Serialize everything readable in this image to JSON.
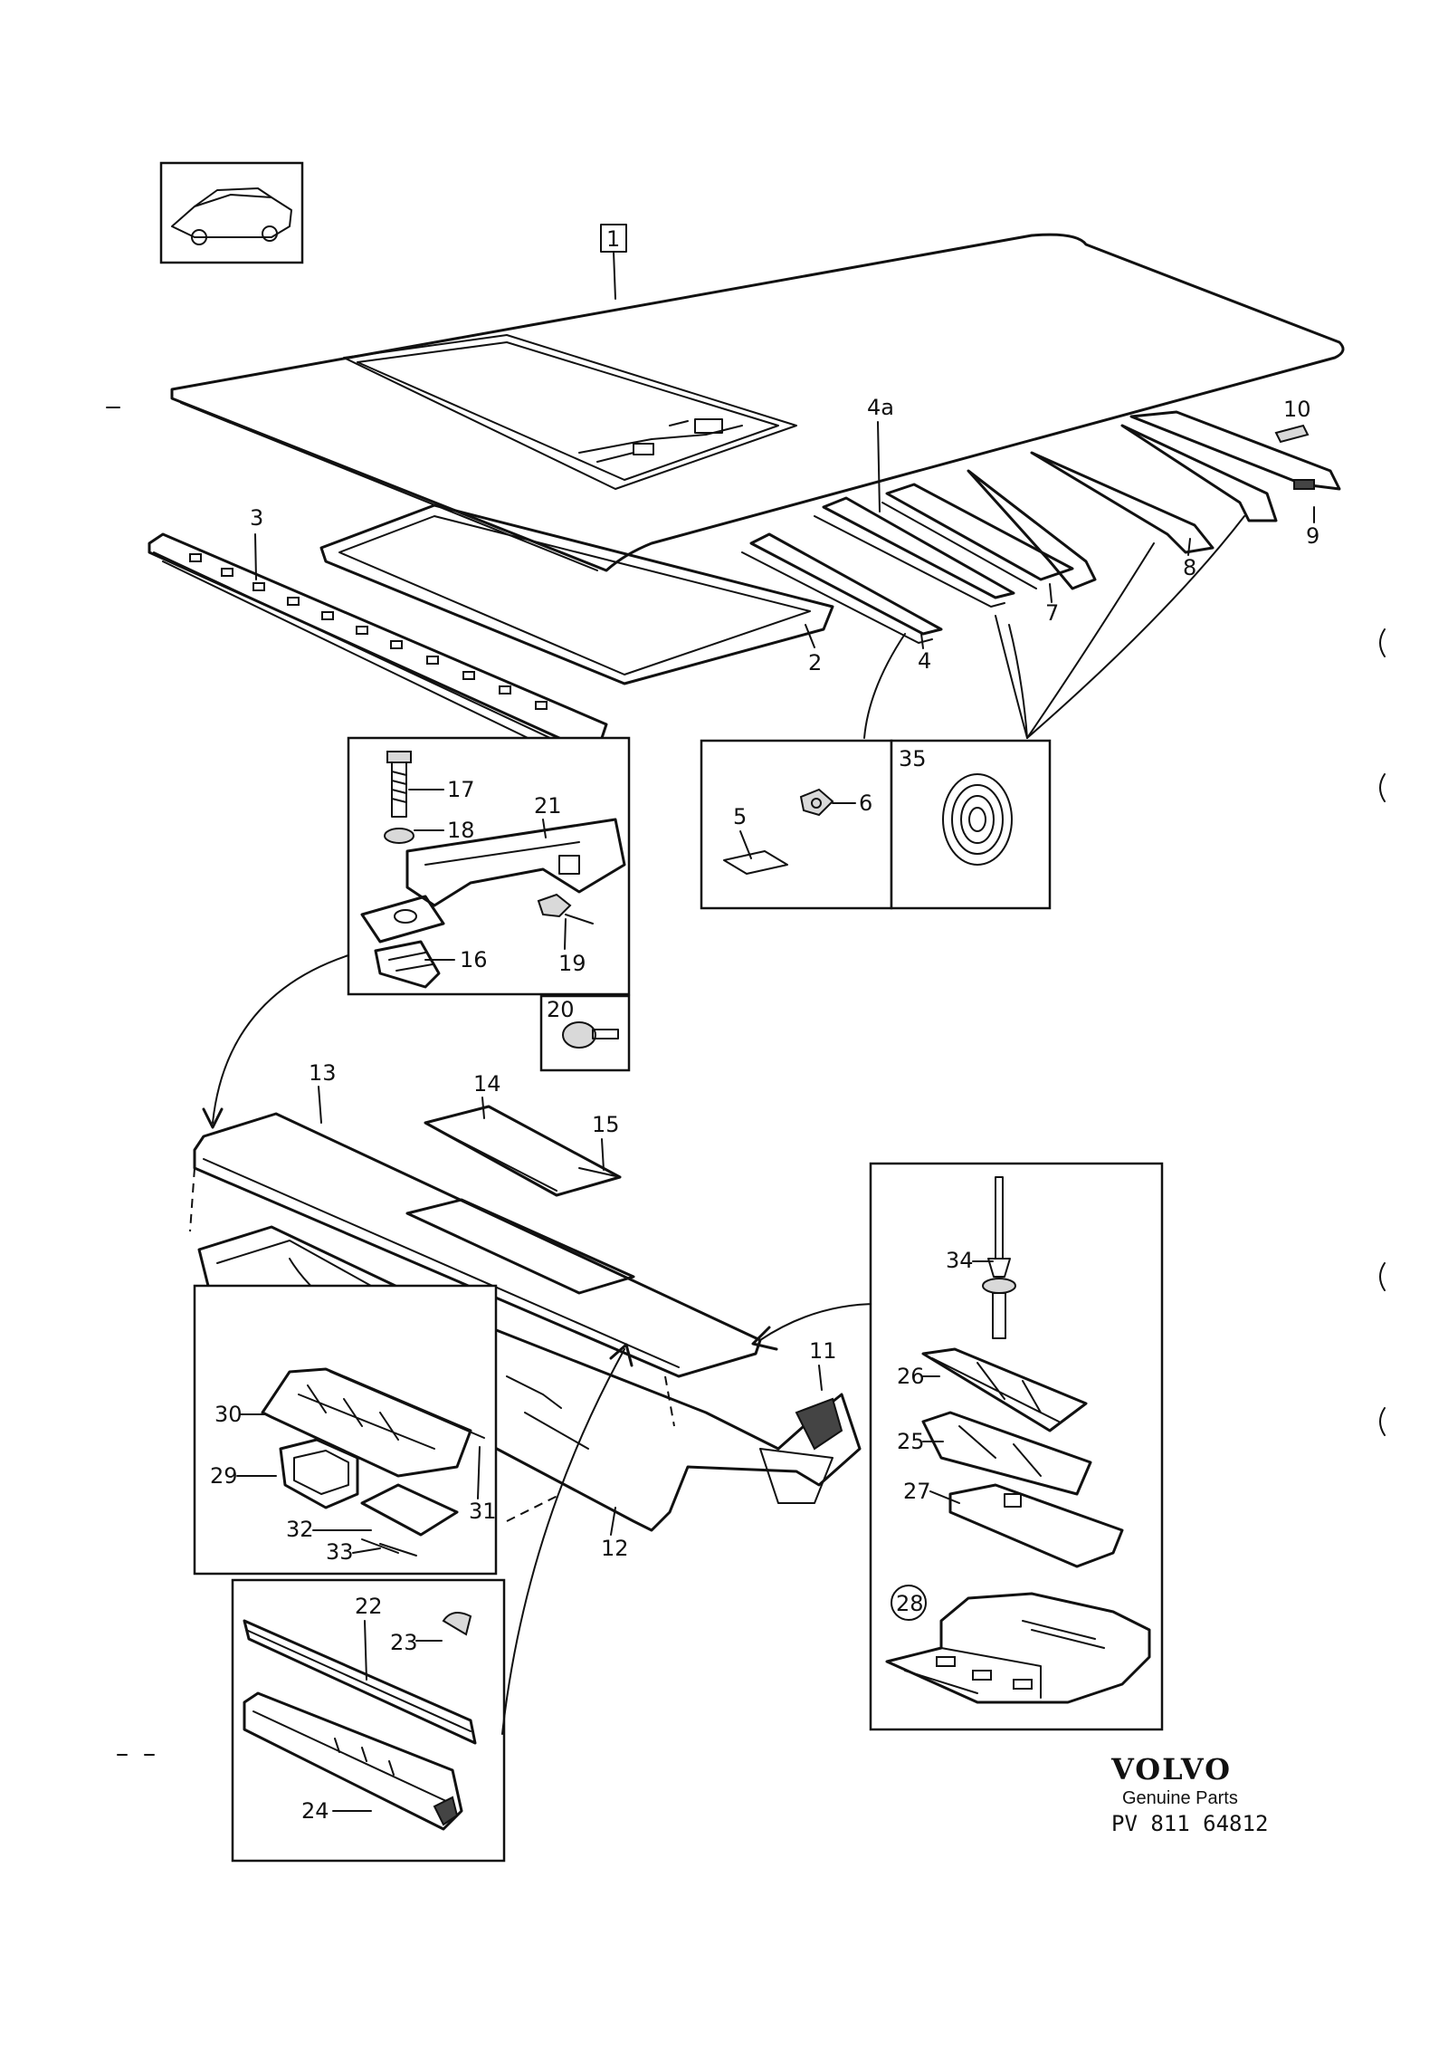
{
  "brand": {
    "logo": "VOLVO",
    "subtitle": "Genuine Parts",
    "code": "PV 811 64812"
  },
  "labels": {
    "p1": "1",
    "p2": "2",
    "p3": "3",
    "p4": "4",
    "p4a": "4a",
    "p5": "5",
    "p6": "6",
    "p7": "7",
    "p8": "8",
    "p9": "9",
    "p10": "10",
    "p11": "11",
    "p12": "12",
    "p13": "13",
    "p14": "14",
    "p15": "15",
    "p16": "16",
    "p17": "17",
    "p18": "18",
    "p19": "19",
    "p20": "20",
    "p21": "21",
    "p22": "22",
    "p23": "23",
    "p24": "24",
    "p25": "25",
    "p26": "26",
    "p27": "27",
    "p28": "28",
    "p29": "29",
    "p30": "30",
    "p31": "31",
    "p32": "32",
    "p33": "33",
    "p34": "34",
    "p35": "35"
  }
}
